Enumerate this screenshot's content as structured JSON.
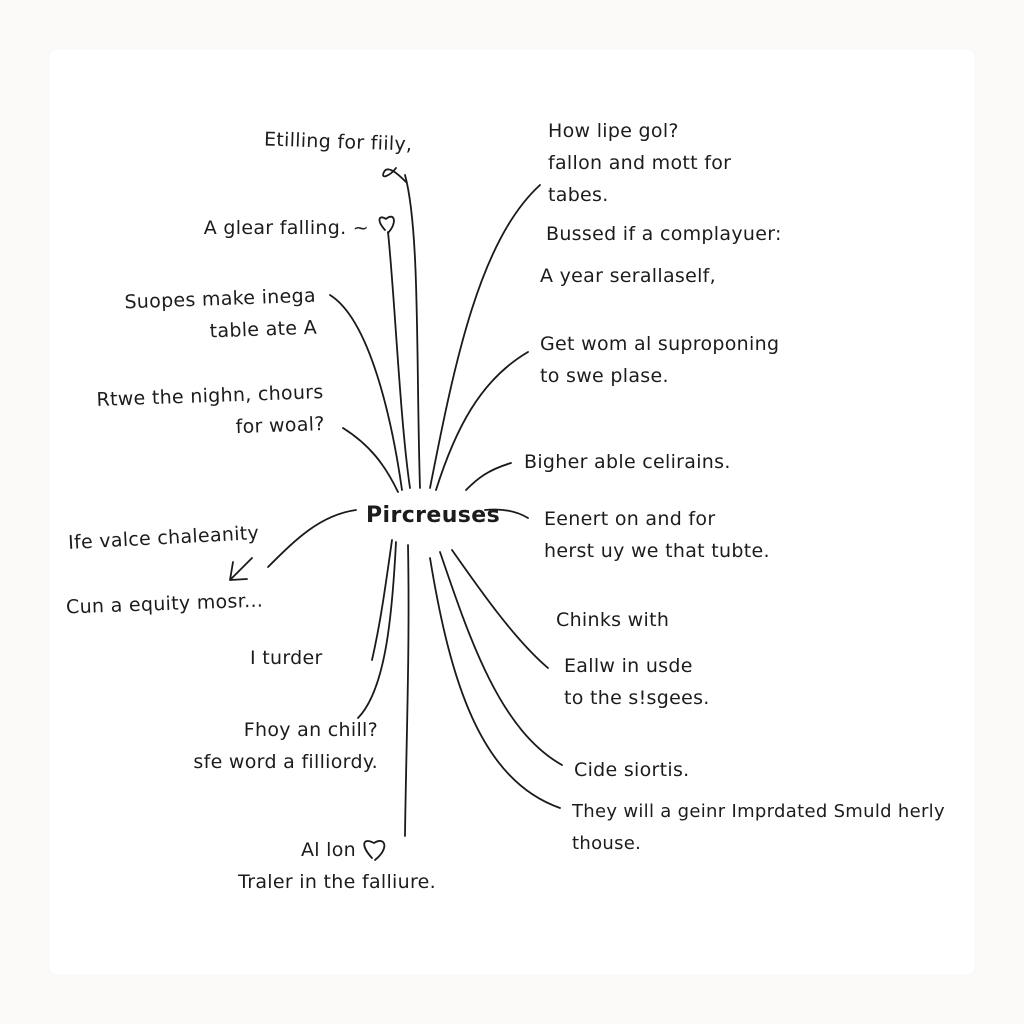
{
  "center_label": "Pircreuses",
  "left_branches": [
    {
      "lines": [
        "Etilling for fiily,"
      ],
      "icon": "doodle-loop-icon"
    },
    {
      "lines": [
        "A glear falling. ~"
      ],
      "icon": "heart-doodle-icon"
    },
    {
      "lines": [
        "Suopes make inega",
        "table ate A"
      ]
    },
    {
      "lines": [
        "Rtwe the nighn, chours",
        "for woal?"
      ]
    },
    {
      "lines": [
        "Ife valce chaleanity"
      ],
      "icon": "arrow-doodle-icon"
    },
    {
      "lines": [
        "Cun a equity mosr..."
      ]
    },
    {
      "lines": [
        "I turder"
      ]
    },
    {
      "lines": [
        "Fhoy an chill?",
        "sfe word a filliordy."
      ]
    },
    {
      "lines": [
        "Al lon",
        "Traler in the falliure."
      ],
      "icon": "heart-doodle-icon"
    }
  ],
  "right_branches": [
    {
      "lines": [
        "How lipe gol?",
        "fallon and mott for",
        "tabes."
      ]
    },
    {
      "lines": [
        "Bussed if a complayuer:"
      ]
    },
    {
      "lines": [
        "A year serallaself,"
      ]
    },
    {
      "lines": [
        "Get wom al suproponing",
        "to swe plase."
      ]
    },
    {
      "lines": [
        "Bigher able celirains."
      ]
    },
    {
      "lines": [
        "Eenert on and for",
        "herst uy we that tubte."
      ]
    },
    {
      "lines": [
        "Chinks with"
      ]
    },
    {
      "lines": [
        "Eallw in usde",
        "to the s!sgees."
      ]
    },
    {
      "lines": [
        "Cide siortis."
      ]
    },
    {
      "lines": [
        "They will a geinr Imprdated Smuld herly",
        "thouse."
      ]
    }
  ]
}
